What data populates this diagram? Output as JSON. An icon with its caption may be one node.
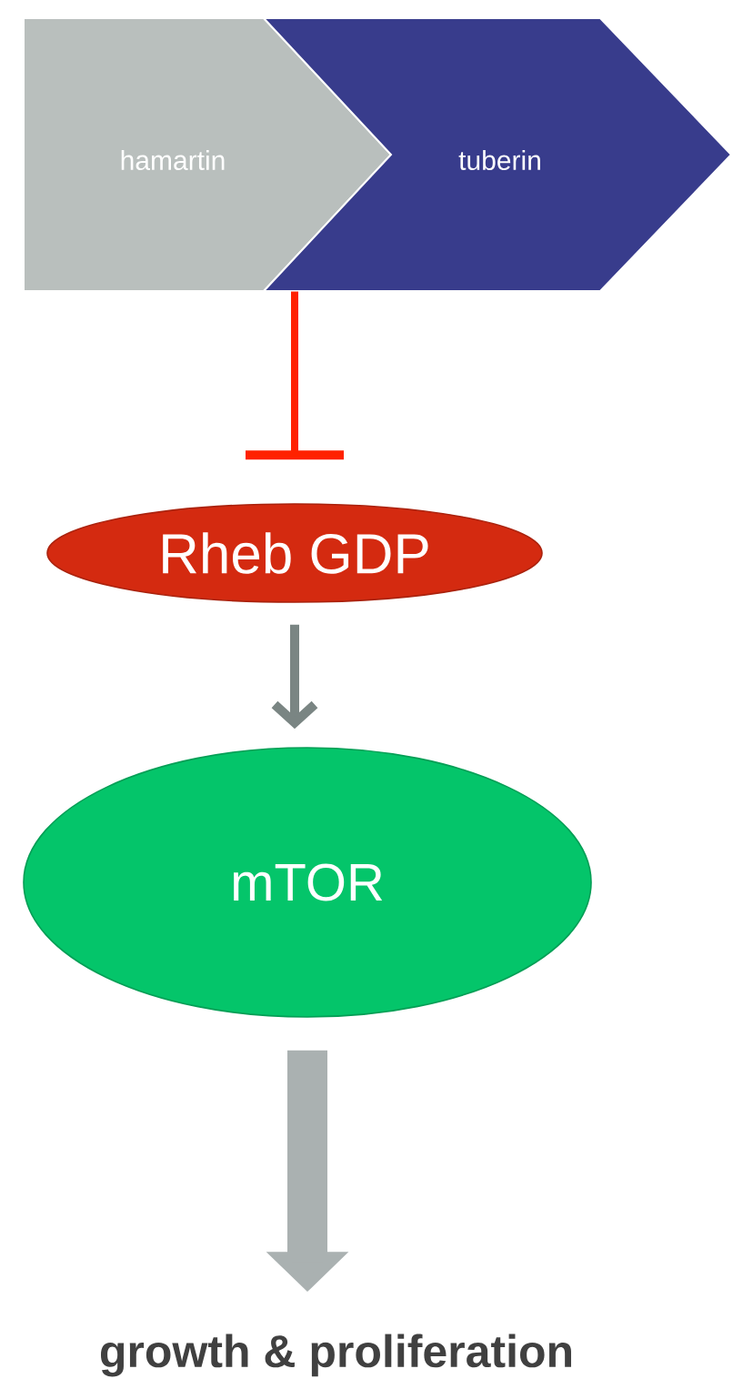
{
  "diagram": {
    "nodes": [
      {
        "text": [
          "hamartin"
        ]
      },
      {
        "text": [
          "tuberin"
        ]
      },
      {
        "text": [
          "Rheb GDP"
        ]
      },
      {
        "text": [
          "mTOR"
        ]
      },
      {
        "text": [
          "growth & proliferation"
        ]
      }
    ],
    "edges": [
      {
        "from": 1,
        "to": 2,
        "arrow": "other",
        "color": "#ff2200"
      },
      {
        "from": 2,
        "to": 3,
        "arrow": "to",
        "color": "#7a8583"
      },
      {
        "from": 3,
        "to": 4,
        "arrow": "to",
        "style": "thick",
        "color": "#aab1b1"
      }
    ]
  }
}
